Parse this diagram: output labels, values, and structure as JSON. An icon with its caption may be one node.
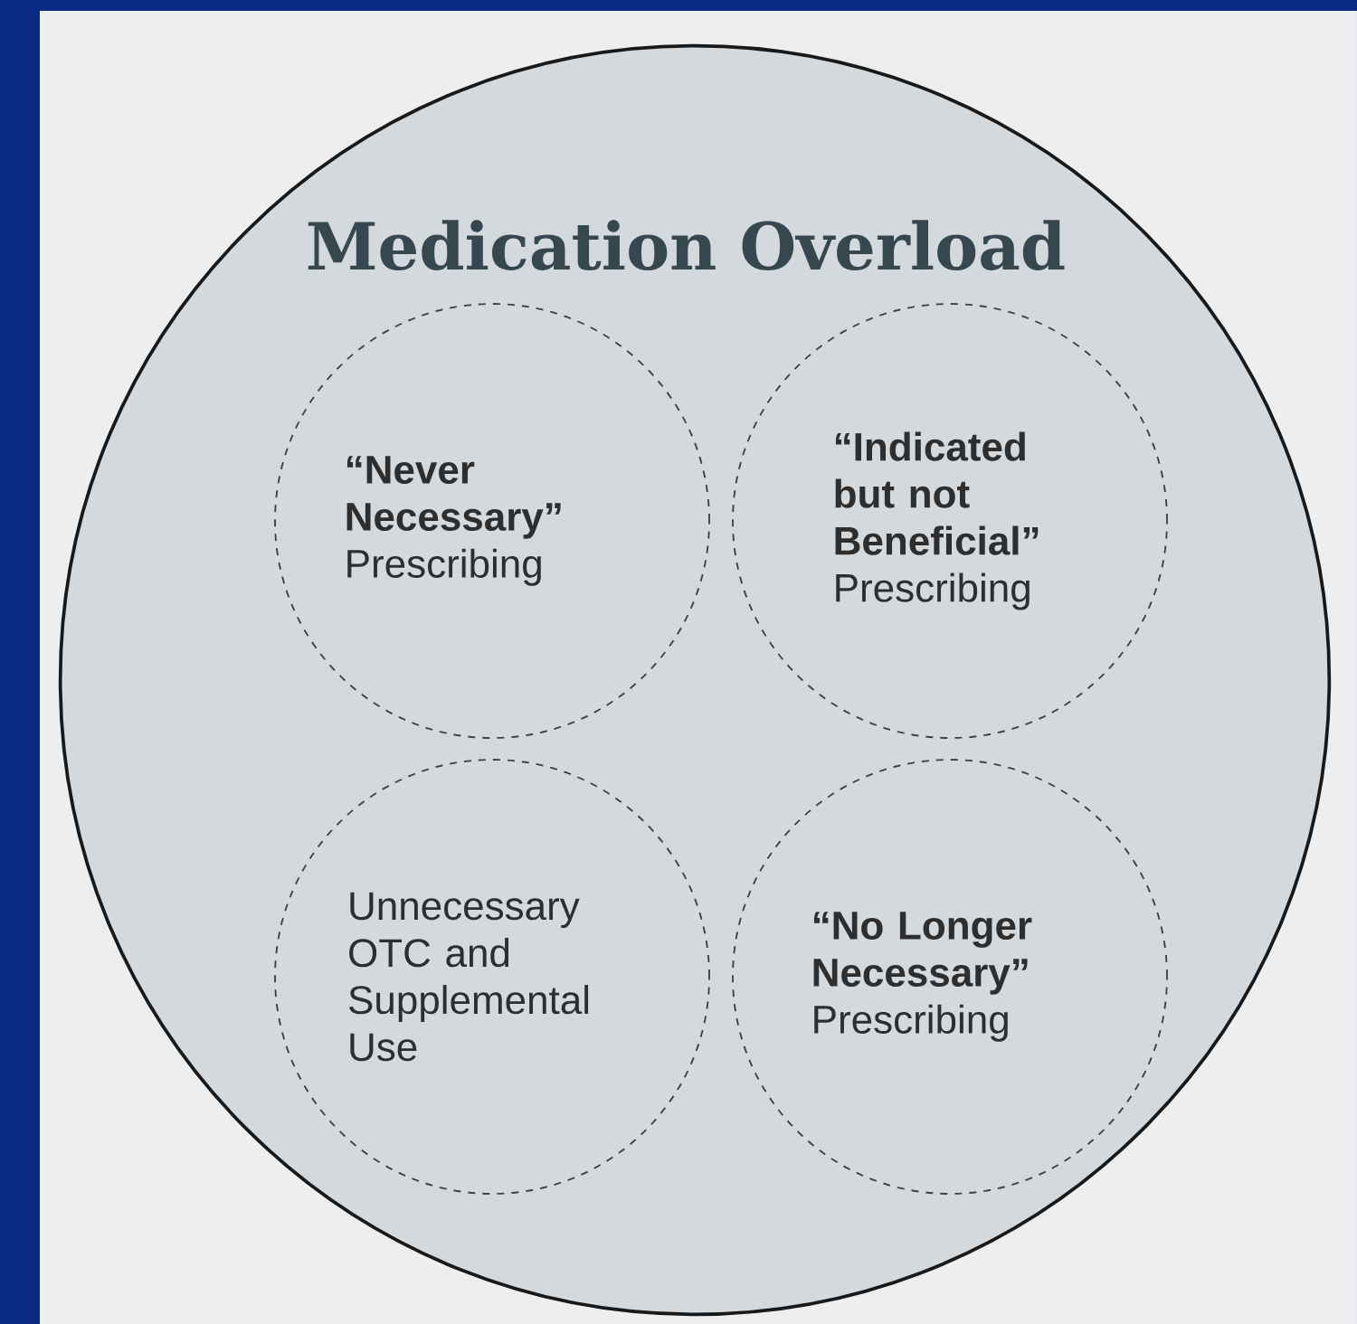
{
  "diagram": {
    "nodes": [
      {
        "text": [
          "Medication Overload"
        ]
      },
      {
        "text": [
          "“Never Necessary”",
          "Prescribing"
        ],
        "in": 0
      },
      {
        "text": [
          "“Indicated but not Beneficial”",
          "Prescribing"
        ],
        "in": 0
      },
      {
        "text": [
          "Unnecessary OTC and Supplemental Use"
        ],
        "in": 0
      },
      {
        "text": [
          "“No Longer Necessary”",
          "Prescribing"
        ],
        "in": 0
      }
    ]
  }
}
